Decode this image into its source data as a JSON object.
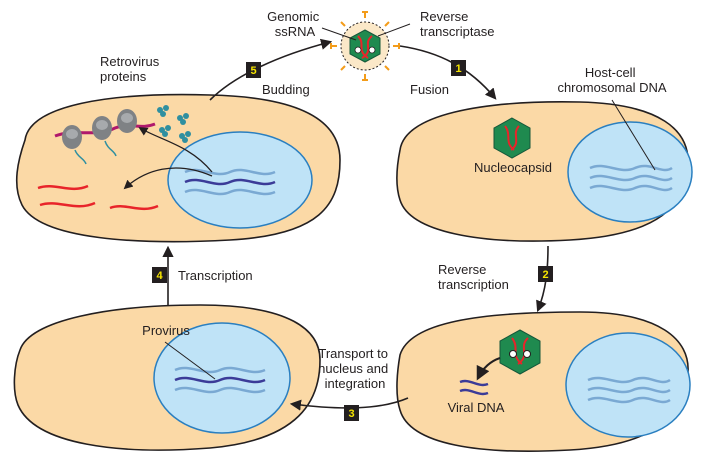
{
  "labels": {
    "genomic_ssrna": [
      "Genomic",
      "ssRNA"
    ],
    "reverse_transcriptase": [
      "Reverse",
      "transcriptase"
    ],
    "retrovirus_proteins": [
      "Retrovirus",
      "proteins"
    ],
    "host_cell_dna": [
      "Host-cell",
      "chromosomal DNA"
    ],
    "nucleocapsid": "Nucleocapsid",
    "provirus": "Provirus",
    "viral_dna": "Viral DNA"
  },
  "steps": [
    {
      "number": "1",
      "label": [
        "Fusion"
      ]
    },
    {
      "number": "2",
      "label": [
        "Reverse",
        "transcription"
      ]
    },
    {
      "number": "3",
      "label": [
        "Transport to",
        "nucleus and",
        "integration"
      ]
    },
    {
      "number": "4",
      "label": [
        "Transcription"
      ]
    },
    {
      "number": "5",
      "label": [
        "Budding"
      ]
    }
  ],
  "colors": {
    "cell_fill": "#fbd9a6",
    "cell_stroke": "#231f20",
    "nucleus_fill": "#bfe3f7",
    "nucleus_stroke": "#2a7fc0",
    "capsid_green": "#1f8a4f",
    "viral_rna_red": "#e8242a",
    "host_dna_blue": "#7aa9d3",
    "viral_dna_purple": "#3b3b98",
    "spike_orange": "#f39c1a",
    "protein_teal": "#2f8fa0",
    "mrna_magenta": "#b0186c",
    "step_box": "#231f20",
    "step_number": "#f6e500"
  }
}
